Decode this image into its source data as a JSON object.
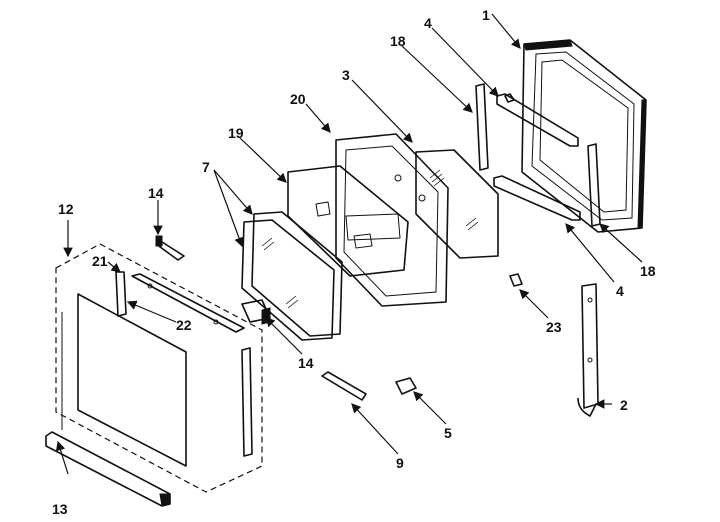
{
  "callouts": {
    "c1": "1",
    "c2": "2",
    "c3": "3",
    "c4a": "4",
    "c4b": "4",
    "c5": "5",
    "c7": "7",
    "c9": "9",
    "c12": "12",
    "c13": "13",
    "c14a": "14",
    "c14b": "14",
    "c18a": "18",
    "c18b": "18",
    "c19": "19",
    "c20": "20",
    "c21": "21",
    "c22": "22",
    "c23": "23"
  }
}
